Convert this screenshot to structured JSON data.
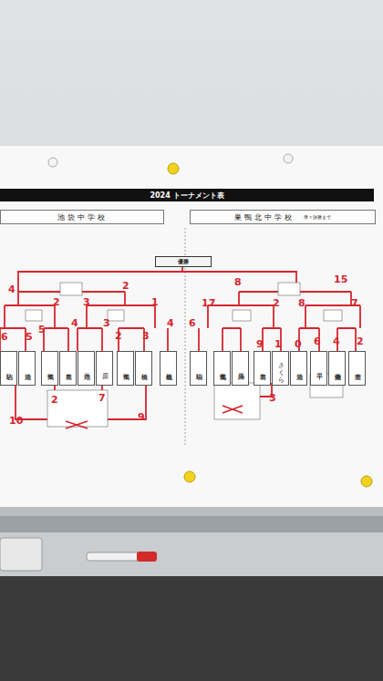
{
  "diagram": {
    "title": "2024 トーナメント表",
    "nodes": [
      {
        "text": [
          "池袋中学校"
        ]
      },
      {
        "text": [
          "巣鴨北中学校",
          "準々決勝まで"
        ]
      },
      {
        "text": [
          "優勝"
        ]
      },
      {
        "text": [
          "駒込"
        ]
      },
      {
        "text": [
          "池袋"
        ]
      },
      {
        "text": [
          "巣鴨"
        ]
      },
      {
        "text": [
          "豊島"
        ]
      },
      {
        "text": [
          "西池"
        ]
      },
      {
        "text": [
          "原"
        ]
      },
      {
        "text": [
          "巣鴨"
        ]
      },
      {
        "text": [
          "板橋"
        ]
      },
      {
        "text": [
          "板橋北"
        ]
      },
      {
        "text": [
          "駒場"
        ]
      },
      {
        "text": [
          "巣鴨北"
        ]
      },
      {
        "text": [
          "練馬"
        ]
      },
      {
        "text": [
          "豊島"
        ]
      },
      {
        "text": [
          "さくら"
        ]
      },
      {
        "text": [
          "池袋"
        ]
      },
      {
        "text": [
          "千早"
        ]
      },
      {
        "text": [
          "池袋中央"
        ]
      },
      {
        "text": [
          "豊南"
        ]
      }
    ],
    "labels": [
      "4",
      "2",
      "2",
      "3",
      "1",
      "6",
      "5",
      "5",
      "4",
      "3",
      "2",
      "3",
      "4",
      "2",
      "7",
      "10",
      "9",
      "8",
      "15",
      "17",
      "2",
      "8",
      "7",
      "6",
      "9",
      "1",
      "0",
      "6",
      "4",
      "2",
      "3"
    ]
  }
}
